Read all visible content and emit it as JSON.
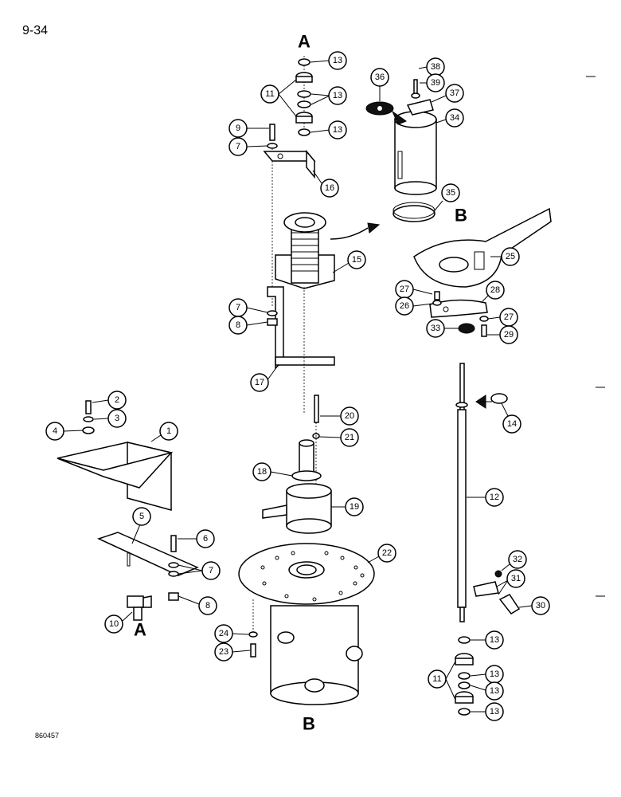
{
  "page_number": "9-34",
  "figure_code": "860457",
  "section_marks": [
    "A",
    "B"
  ],
  "callouts": [
    "1",
    "2",
    "3",
    "4",
    "5",
    "6",
    "7",
    "8",
    "9",
    "10",
    "11",
    "12",
    "13",
    "14",
    "15",
    "16",
    "17",
    "18",
    "19",
    "20",
    "21",
    "22",
    "23",
    "24",
    "25",
    "26",
    "27",
    "28",
    "29",
    "30",
    "31",
    "32",
    "33",
    "34",
    "35",
    "36",
    "37",
    "38",
    "39"
  ]
}
